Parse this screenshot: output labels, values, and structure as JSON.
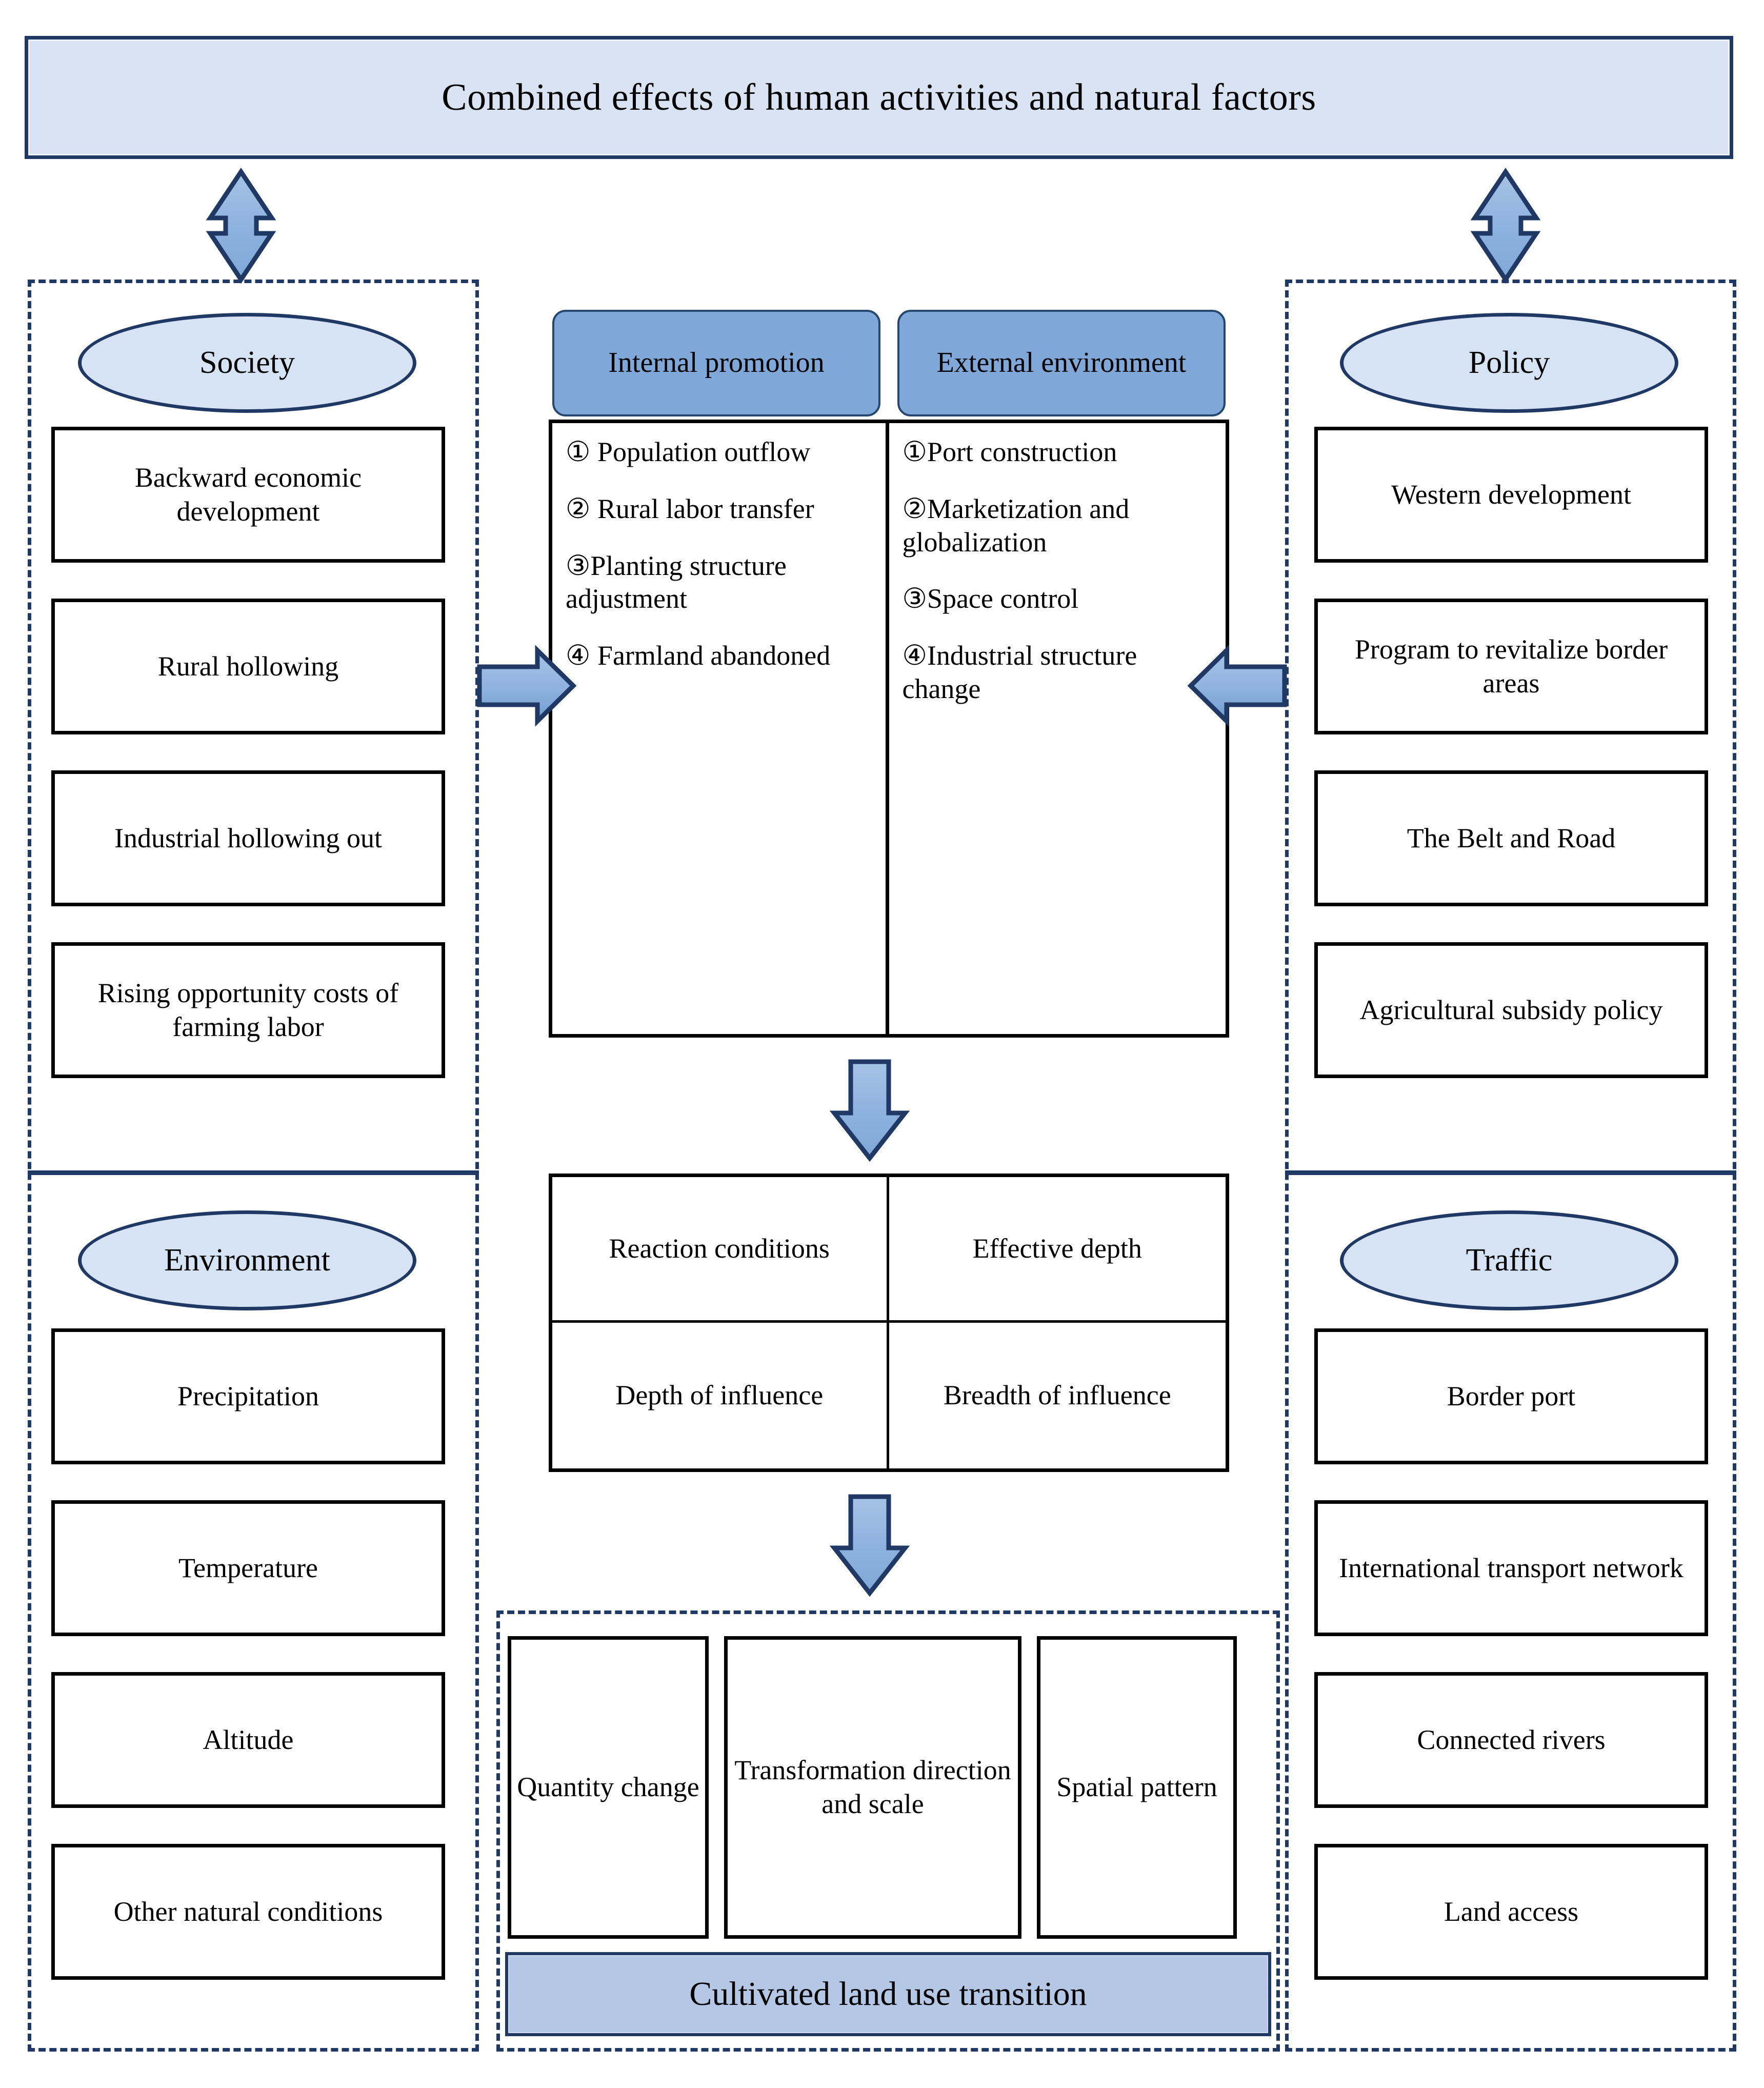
{
  "header": {
    "title": "Combined effects of human activities and natural factors"
  },
  "left_column": {
    "society": {
      "label": "Society",
      "items": [
        "Backward economic development",
        "Rural hollowing",
        "Industrial  hollowing out",
        "Rising  opportunity costs of farming  labor"
      ]
    },
    "environment": {
      "label": "Environment",
      "items": [
        "Precipitation",
        "Temperature",
        "Altitude",
        "Other natural conditions"
      ]
    }
  },
  "right_column": {
    "policy": {
      "label": "Policy",
      "items": [
        "Western development",
        "Program to revitalize border areas",
        "The Belt and Road",
        "Agricultural  subsidy policy"
      ]
    },
    "traffic": {
      "label": "Traffic",
      "items": [
        "Border port",
        "International  transport network",
        "Connected rivers",
        "Land access"
      ]
    }
  },
  "center": {
    "tabs": [
      {
        "label": "Internal promotion"
      },
      {
        "label": "External environment"
      }
    ],
    "internal_promotion_items": [
      "① Population outflow",
      "② Rural  labor transfer",
      "③Planting structure adjustment",
      "④ Farmland abandoned"
    ],
    "external_environment_items": [
      "①Port construction",
      "②Marketization and globalization",
      "③Space control",
      "④Industrial structure change"
    ],
    "matrix": [
      "Reaction conditions",
      "Effective depth",
      "Depth of influence",
      "Breadth of influence"
    ]
  },
  "outcome": {
    "boxes": [
      "Quantity change",
      "Transformation direction and scale",
      "Spatial pattern"
    ],
    "banner": "Cultivated land use transition"
  },
  "colors": {
    "banner_fill": "#D9E3F3",
    "banner_border": "#1F3864",
    "tab_fill": "#7FA8D8",
    "ellipse_fill": "#D6E3F5",
    "arrow_fill": "#7FA8D8",
    "arrow_stroke": "#1F3864",
    "transition_fill": "#B4C7E4"
  }
}
